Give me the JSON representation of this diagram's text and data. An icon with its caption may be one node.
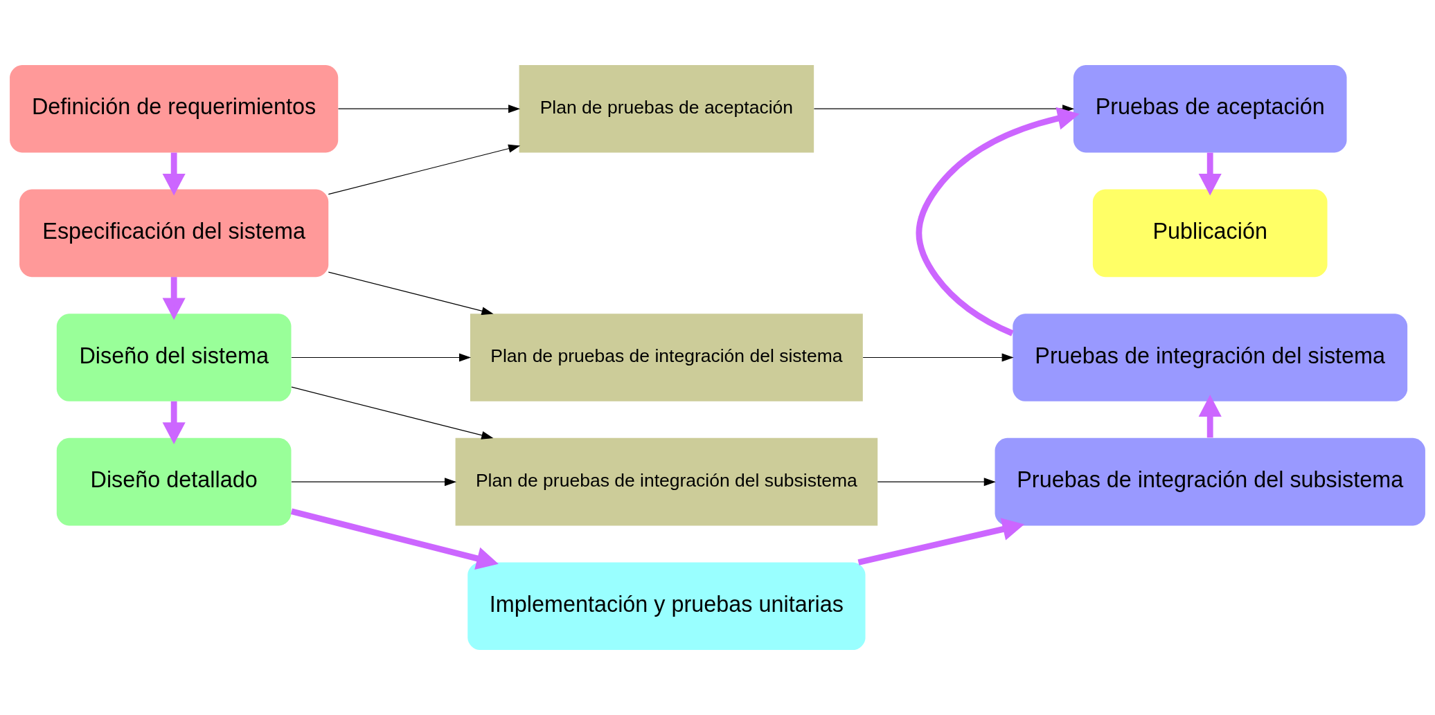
{
  "diagram": {
    "nodes": [
      {
        "text": [
          "Definición de requerimientos"
        ]
      },
      {
        "text": [
          "Publicación"
        ]
      },
      {
        "text": [
          "Plan de pruebas de aceptación"
        ]
      },
      {
        "text": [
          "Especificación del sistema"
        ]
      },
      {
        "text": [
          "Pruebas de aceptación"
        ]
      },
      {
        "text": [
          "Diseño del sistema"
        ]
      },
      {
        "text": [
          "Plan de pruebas de integración del sistema"
        ]
      },
      {
        "text": [
          "Pruebas de integración del sistema"
        ]
      },
      {
        "text": [
          "Diseño detallado"
        ]
      },
      {
        "text": [
          "Plan de pruebas de integración del subsistema"
        ]
      },
      {
        "text": [
          "Pruebas de integración del subsistema"
        ]
      },
      {
        "text": [
          "Implementación y pruebas unitarias"
        ]
      }
    ],
    "edges": [
      {
        "from": 0,
        "to": 2,
        "arrow": "to"
      },
      {
        "from": 3,
        "to": 2,
        "arrow": "to"
      },
      {
        "from": 3,
        "to": 6,
        "arrow": "to"
      },
      {
        "from": 5,
        "to": 6,
        "arrow": "to"
      },
      {
        "from": 5,
        "to": 9,
        "arrow": "to"
      },
      {
        "from": 8,
        "to": 9,
        "arrow": "to"
      },
      {
        "from": 2,
        "to": 4,
        "arrow": "to"
      },
      {
        "from": 6,
        "to": 7,
        "arrow": "to"
      },
      {
        "from": 9,
        "to": 10,
        "arrow": "to"
      },
      {
        "from": 0,
        "to": 3,
        "arrow": "to",
        "style": "thick",
        "color": "#cc66ff"
      },
      {
        "from": 3,
        "to": 5,
        "arrow": "to",
        "style": "thick",
        "color": "#cc66ff"
      },
      {
        "from": 5,
        "to": 8,
        "arrow": "to",
        "style": "thick",
        "color": "#cc66ff"
      },
      {
        "from": 8,
        "to": 11,
        "arrow": "to",
        "style": "thick",
        "color": "#cc66ff"
      },
      {
        "from": 11,
        "to": 10,
        "arrow": "to",
        "style": "thick",
        "color": "#cc66ff"
      },
      {
        "from": 10,
        "to": 7,
        "arrow": "to",
        "style": "thick",
        "color": "#cc66ff"
      },
      {
        "from": 7,
        "to": 4,
        "arrow": "to",
        "style": "thick",
        "color": "#cc66ff"
      },
      {
        "from": 4,
        "to": 1,
        "arrow": "to",
        "style": "thick",
        "color": "#cc66ff"
      }
    ]
  }
}
